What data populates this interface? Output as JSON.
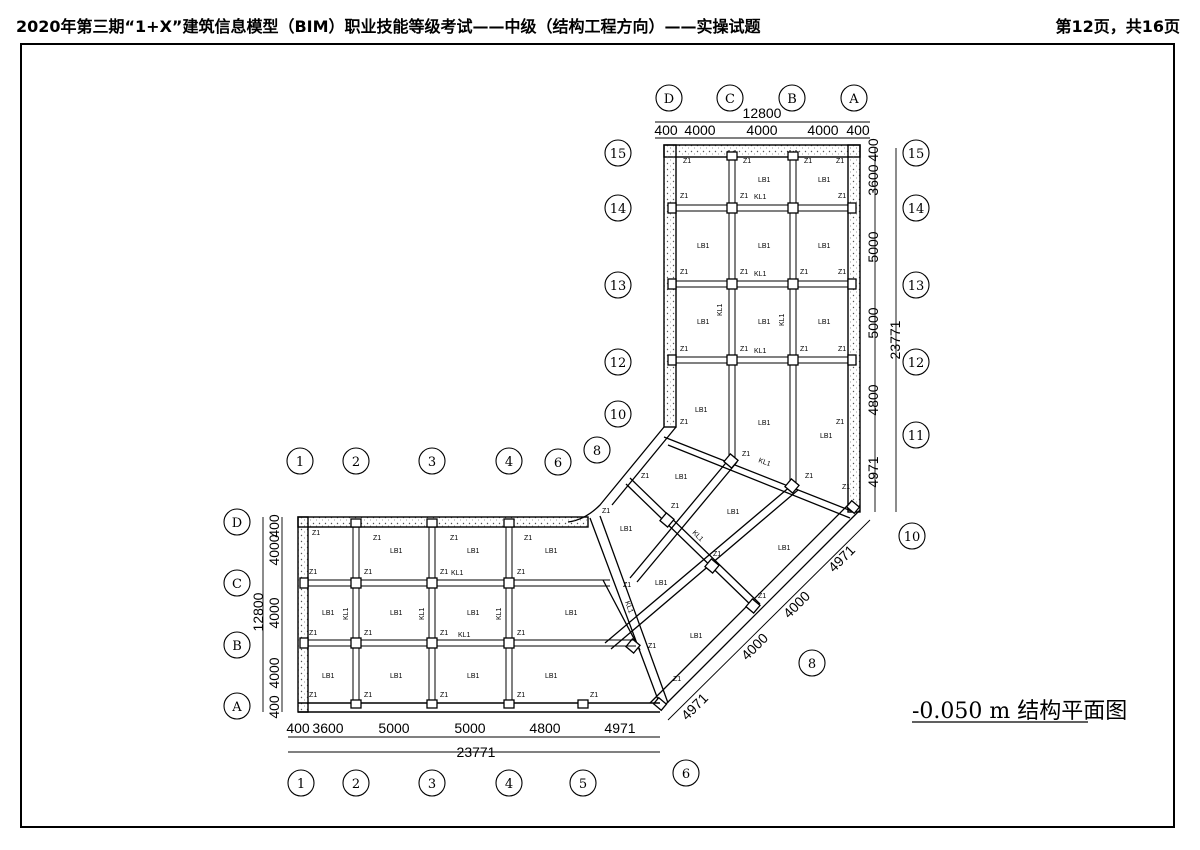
{
  "header": {
    "title": "2020年第三期“1+X”建筑信息模型（BIM）职业技能等级考试——中级（结构工程方向）——实操试题",
    "page": "第12页，共16页"
  },
  "drawing": {
    "title": "-0.050 m 结构平面图",
    "top_axes": [
      "D",
      "C",
      "B",
      "A"
    ],
    "top_total": "12800",
    "top_dims": [
      "400",
      "4000",
      "4000",
      "4000",
      "400"
    ],
    "right_axes": [
      "15",
      "14",
      "13",
      "12",
      "11",
      "10"
    ],
    "right_dims": [
      "3600",
      "400",
      "5000",
      "5000",
      "4800",
      "4971"
    ],
    "right_total": "23771",
    "left_wing_axes": [
      "12",
      "10",
      "8"
    ],
    "left_axes": [
      "D",
      "C",
      "B",
      "A"
    ],
    "left_dims": [
      "400",
      "4000",
      "4000",
      "4000",
      "400"
    ],
    "left_total": "12800",
    "top_wing_axes": [
      "1",
      "2",
      "3",
      "4",
      "6",
      "8"
    ],
    "bottom_axes": [
      "1",
      "2",
      "3",
      "4",
      "5",
      "6"
    ],
    "bottom_dims": [
      "400",
      "3600",
      "5000",
      "5000",
      "4800",
      "4971"
    ],
    "bottom_total": "23771",
    "diag_dims": [
      "4971",
      "4000",
      "4000",
      "4971"
    ],
    "diag_axes": [
      "8",
      "6",
      "10"
    ],
    "labels": {
      "column": "Z1",
      "beam": "KL1",
      "slab": "LB1"
    }
  }
}
